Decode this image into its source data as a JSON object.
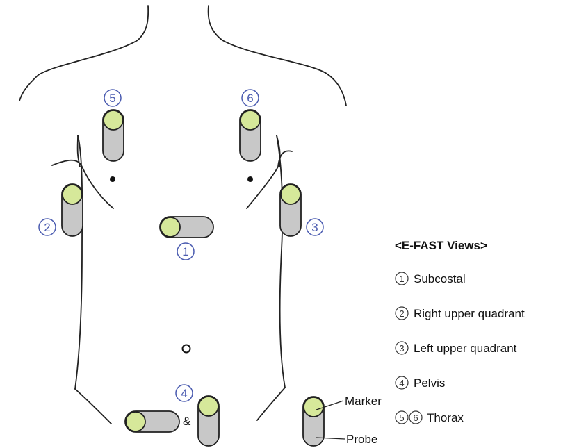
{
  "legend": {
    "title": "<E-FAST Views>",
    "items": [
      {
        "nums": [
          "1"
        ],
        "label": "Subcostal"
      },
      {
        "nums": [
          "2"
        ],
        "label": "Right upper quadrant"
      },
      {
        "nums": [
          "3"
        ],
        "label": "Left upper quadrant"
      },
      {
        "nums": [
          "4"
        ],
        "label": "Pelvis"
      },
      {
        "nums": [
          "5",
          "6"
        ],
        "label": "Thorax"
      }
    ]
  },
  "view_numbers": {
    "v1": "1",
    "v2": "2",
    "v3": "3",
    "v4": "4",
    "v5": "5",
    "v6": "6"
  },
  "annotations": {
    "ampersand": "&",
    "marker_label": "Marker",
    "probe_label": "Probe"
  },
  "colors": {
    "probe_body": "#c8c8c8",
    "marker": "#d6e89a",
    "number_accent": "#4a5bb0",
    "outline": "#222222"
  }
}
